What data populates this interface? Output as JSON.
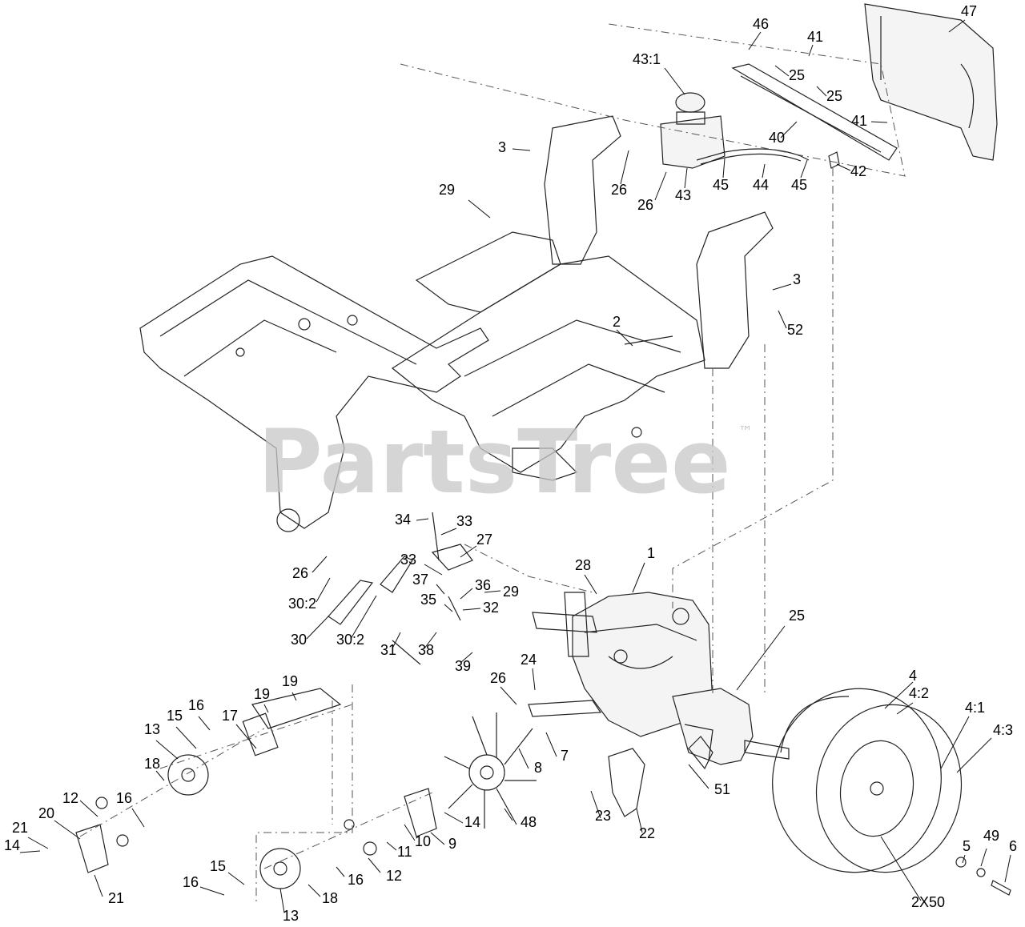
{
  "watermark": {
    "brand": "PartsTree",
    "trademark": "™"
  },
  "callouts": [
    {
      "id": "c46",
      "label": "46"
    },
    {
      "id": "c47",
      "label": "47"
    },
    {
      "id": "c41a",
      "label": "41"
    },
    {
      "id": "c43-1",
      "label": "43:1"
    },
    {
      "id": "c25a",
      "label": "25"
    },
    {
      "id": "c25b",
      "label": "25"
    },
    {
      "id": "c41b",
      "label": "41"
    },
    {
      "id": "c40",
      "label": "40"
    },
    {
      "id": "c3a",
      "label": "3"
    },
    {
      "id": "c26a",
      "label": "26"
    },
    {
      "id": "c26b",
      "label": "26"
    },
    {
      "id": "c43",
      "label": "43"
    },
    {
      "id": "c45a",
      "label": "45"
    },
    {
      "id": "c44",
      "label": "44"
    },
    {
      "id": "c45b",
      "label": "45"
    },
    {
      "id": "c42",
      "label": "42"
    },
    {
      "id": "c29a",
      "label": "29"
    },
    {
      "id": "c3b",
      "label": "3"
    },
    {
      "id": "c52",
      "label": "52"
    },
    {
      "id": "c2",
      "label": "2"
    },
    {
      "id": "c34",
      "label": "34"
    },
    {
      "id": "c33a",
      "label": "33"
    },
    {
      "id": "c27",
      "label": "27"
    },
    {
      "id": "c26c",
      "label": "26"
    },
    {
      "id": "c33b",
      "label": "33"
    },
    {
      "id": "c28",
      "label": "28"
    },
    {
      "id": "c1",
      "label": "1"
    },
    {
      "id": "c30-2a",
      "label": "30:2"
    },
    {
      "id": "c37",
      "label": "37"
    },
    {
      "id": "c36",
      "label": "36"
    },
    {
      "id": "c29b",
      "label": "29"
    },
    {
      "id": "c35",
      "label": "35"
    },
    {
      "id": "c32",
      "label": "32"
    },
    {
      "id": "c30",
      "label": "30"
    },
    {
      "id": "c30-2b",
      "label": "30:2"
    },
    {
      "id": "c31",
      "label": "31"
    },
    {
      "id": "c38",
      "label": "38"
    },
    {
      "id": "c39",
      "label": "39"
    },
    {
      "id": "c25c",
      "label": "25"
    },
    {
      "id": "c24",
      "label": "24"
    },
    {
      "id": "c26d",
      "label": "26"
    },
    {
      "id": "c4",
      "label": "4"
    },
    {
      "id": "c4-2",
      "label": "4:2"
    },
    {
      "id": "c19a",
      "label": "19"
    },
    {
      "id": "c19b",
      "label": "19"
    },
    {
      "id": "c16a",
      "label": "16"
    },
    {
      "id": "c15a",
      "label": "15"
    },
    {
      "id": "c17",
      "label": "17"
    },
    {
      "id": "c13a",
      "label": "13"
    },
    {
      "id": "c4-1",
      "label": "4:1"
    },
    {
      "id": "c7",
      "label": "7"
    },
    {
      "id": "c8",
      "label": "8"
    },
    {
      "id": "c18a",
      "label": "18"
    },
    {
      "id": "c4-3",
      "label": "4:3"
    },
    {
      "id": "c51",
      "label": "51"
    },
    {
      "id": "c12a",
      "label": "12"
    },
    {
      "id": "c16b",
      "label": "16"
    },
    {
      "id": "c20",
      "label": "20"
    },
    {
      "id": "c21a",
      "label": "21"
    },
    {
      "id": "c48",
      "label": "48"
    },
    {
      "id": "c14a",
      "label": "14"
    },
    {
      "id": "c23",
      "label": "23"
    },
    {
      "id": "c10",
      "label": "10"
    },
    {
      "id": "c9",
      "label": "9"
    },
    {
      "id": "c11",
      "label": "11"
    },
    {
      "id": "c22",
      "label": "22"
    },
    {
      "id": "c5",
      "label": "5"
    },
    {
      "id": "c49",
      "label": "49"
    },
    {
      "id": "c6",
      "label": "6"
    },
    {
      "id": "c14b",
      "label": "14"
    },
    {
      "id": "c15b",
      "label": "15"
    },
    {
      "id": "c12b",
      "label": "12"
    },
    {
      "id": "c16c",
      "label": "16"
    },
    {
      "id": "c16d",
      "label": "16"
    },
    {
      "id": "c18b",
      "label": "18"
    },
    {
      "id": "c21b",
      "label": "21"
    },
    {
      "id": "c13b",
      "label": "13"
    },
    {
      "id": "c2x50",
      "label": "2X50"
    }
  ]
}
